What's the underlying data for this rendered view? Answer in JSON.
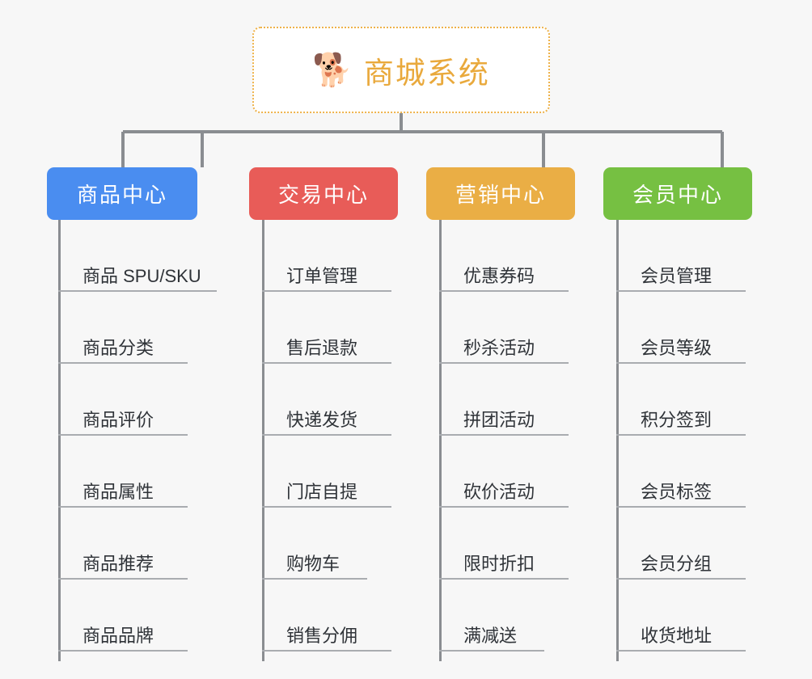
{
  "page": {
    "background_color": "#f7f7f7",
    "line_color": "#8a8d91",
    "leaf_rule_color": "#a9acb0",
    "leaf_text_color": "#2f3338"
  },
  "root": {
    "title": "商城系统",
    "emoji": "🐕",
    "emoji_name": "shiba-dog-face-emoji",
    "text_color": "#e9a93c",
    "border_color": "#eeb24a",
    "background_color": "#ffffff"
  },
  "categories": [
    {
      "label": "商品中心",
      "color": "#4a8df0",
      "items": [
        {
          "label": "商品 SPU/SKU",
          "rule": "u-w1"
        },
        {
          "label": "商品分类",
          "rule": "u-w2"
        },
        {
          "label": "商品评价",
          "rule": "u-w2"
        },
        {
          "label": "商品属性",
          "rule": "u-w2"
        },
        {
          "label": "商品推荐",
          "rule": "u-w2"
        },
        {
          "label": "商品品牌",
          "rule": "u-w2"
        }
      ]
    },
    {
      "label": "交易中心",
      "color": "#e85c58",
      "items": [
        {
          "label": "订单管理",
          "rule": "u-w2"
        },
        {
          "label": "售后退款",
          "rule": "u-w2"
        },
        {
          "label": "快递发货",
          "rule": "u-w2"
        },
        {
          "label": "门店自提",
          "rule": "u-w2"
        },
        {
          "label": "购物车",
          "rule": "u-w3"
        },
        {
          "label": "销售分佣",
          "rule": "u-w2"
        }
      ]
    },
    {
      "label": "营销中心",
      "color": "#eaae45",
      "items": [
        {
          "label": "优惠券码",
          "rule": "u-w2"
        },
        {
          "label": "秒杀活动",
          "rule": "u-w2"
        },
        {
          "label": "拼团活动",
          "rule": "u-w2"
        },
        {
          "label": "砍价活动",
          "rule": "u-w2"
        },
        {
          "label": "限时折扣",
          "rule": "u-w2"
        },
        {
          "label": "满减送",
          "rule": "u-w3"
        }
      ]
    },
    {
      "label": "会员中心",
      "color": "#76c042",
      "items": [
        {
          "label": "会员管理",
          "rule": "u-w2"
        },
        {
          "label": "会员等级",
          "rule": "u-w2"
        },
        {
          "label": "积分签到",
          "rule": "u-w2"
        },
        {
          "label": "会员标签",
          "rule": "u-w2"
        },
        {
          "label": "会员分组",
          "rule": "u-w2"
        },
        {
          "label": "收货地址",
          "rule": "u-w2"
        }
      ]
    }
  ]
}
